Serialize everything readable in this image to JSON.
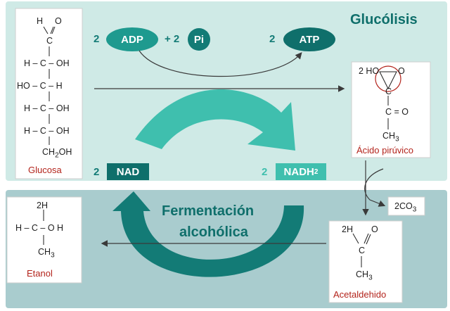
{
  "titles": {
    "glycolysis": "Glucólisis",
    "fermentation_line1": "Fermentación",
    "fermentation_line2": "alcohólica"
  },
  "reagents": {
    "adp_coef": "2",
    "adp": "ADP",
    "pi_coef": "+ 2",
    "pi": "Pi",
    "atp_coef": "2",
    "atp": "ATP",
    "nad_coef": "2",
    "nad": "NAD",
    "nadh_coef": "2",
    "nadh": "NADH",
    "nadh_sub": "2"
  },
  "glucose": {
    "name": "Glucosa",
    "top_h": "H",
    "top_o": "O",
    "c1": "C",
    "row1": "H  –  C  –  OH",
    "row2": "HO  –  C  –  H",
    "row3": "H  –  C  –  OH",
    "row4": "H  –  C  –  OH",
    "bottom": "CH",
    "bottom_sub": "2",
    "bottom_tail": "OH"
  },
  "pyruvate": {
    "name": "Ácido pirúvico",
    "top": "2 HO",
    "top_o": "O",
    "c1": "C",
    "c2": "C  =  O",
    "bottom": "CH",
    "bottom_sub": "3"
  },
  "co2": {
    "text": "2CO",
    "sub": "3"
  },
  "acetaldehyde": {
    "name": "Acetaldehido",
    "top_h": "2H",
    "top_o": "O",
    "c": "C",
    "bottom": "CH",
    "bottom_sub": "3"
  },
  "ethanol": {
    "name": "Etanol",
    "top": "2H",
    "mid": "H  –  C  –  O  H",
    "bottom": "CH",
    "bottom_sub": "3"
  },
  "colors": {
    "panel_top": "#cfeae6",
    "panel_bottom": "#a9ccce",
    "dark_teal": "#137b76",
    "light_teal": "#3fbfae",
    "deep_teal": "#0f6f6b",
    "label_red": "#b3231b"
  }
}
